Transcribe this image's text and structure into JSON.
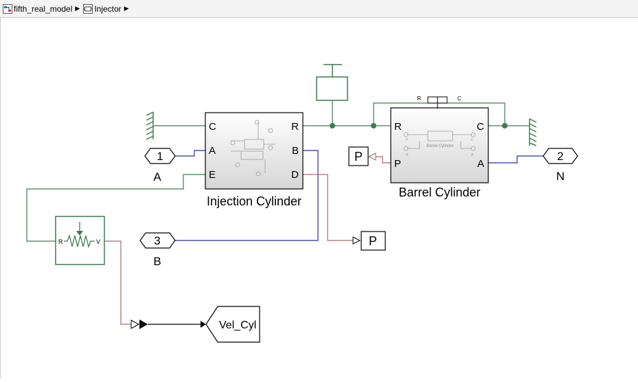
{
  "breadcrumb": {
    "model": "fifth_real_model",
    "subsystem": "Injector"
  },
  "injection_cylinder": {
    "name": "Injection Cylinder",
    "ports": {
      "c": "C",
      "a": "A",
      "e": "E",
      "r": "R",
      "b": "B",
      "d": "D"
    }
  },
  "barrel_cylinder": {
    "name": "Barrel Cylinder",
    "icon_text": "Barrel Cylinder",
    "ports": {
      "r": "R",
      "p": "P",
      "c": "C",
      "a": "A"
    },
    "inner_ports": {
      "p": "P",
      "r": "R",
      "c": "C",
      "a": "A"
    },
    "top_r": "R",
    "top_c": "C"
  },
  "ports": {
    "in1": {
      "number": "1",
      "label": "A"
    },
    "in3": {
      "number": "3",
      "label": "B"
    },
    "out2": {
      "number": "2",
      "label": "N"
    }
  },
  "goto_p_top": "P",
  "goto_p_bottom": "P",
  "sensor": {
    "left": "R",
    "right": "V"
  },
  "goto_vel": "Vel_Cyl",
  "colors": {
    "mech": "#3f7a50",
    "hyd": "#2a2ab0",
    "phys": "#a26a6a"
  }
}
